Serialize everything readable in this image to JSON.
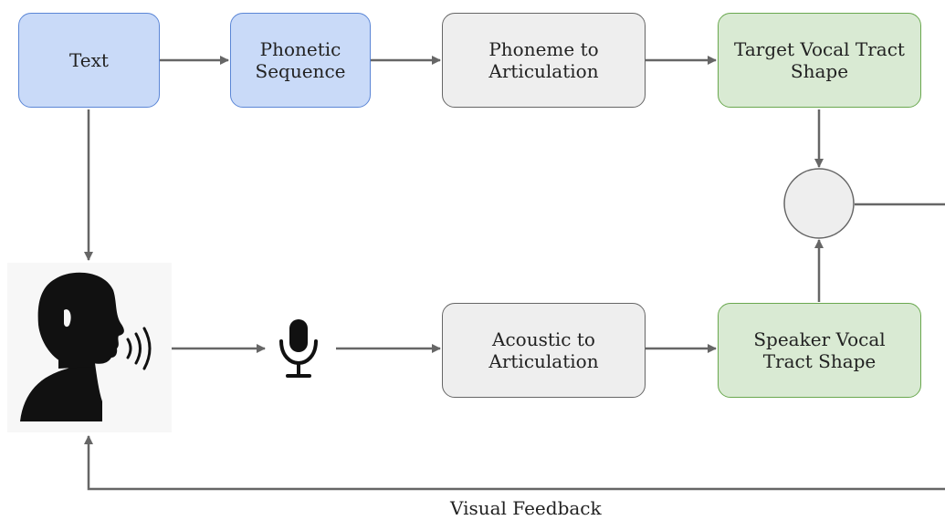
{
  "nodes": {
    "text": {
      "label": "Text"
    },
    "phonetic_sequence": {
      "label": "Phonetic\nSequence"
    },
    "phoneme_to_articulation": {
      "label": "Phoneme to\nArticulation"
    },
    "target_vocal_tract_shape": {
      "label": "Target Vocal Tract\nShape"
    },
    "acoustic_to_articulation": {
      "label": "Acoustic to\nArticulation"
    },
    "speaker_vocal_tract_shape": {
      "label": "Speaker Vocal\nTract Shape"
    }
  },
  "edge_labels": {
    "visual_feedback": "Visual Feedback"
  },
  "icons": {
    "speaker_person": "speaking-person-icon",
    "microphone": "microphone-icon",
    "comparator": "comparator-circle"
  },
  "colors": {
    "input_fill": "#c9daf8",
    "process_fill": "#eeeeee",
    "output_fill": "#d9ead3",
    "edge": "#666666"
  }
}
